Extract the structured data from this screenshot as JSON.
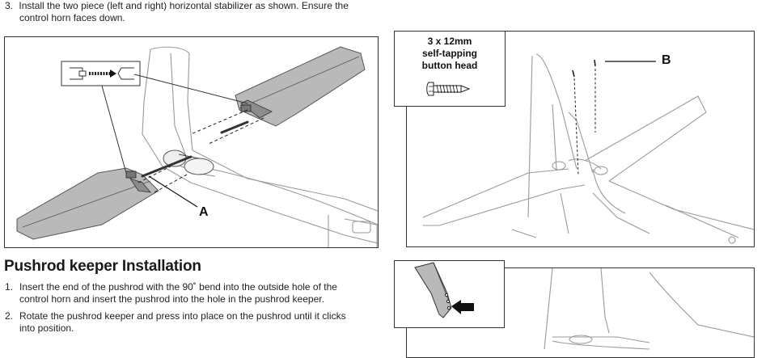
{
  "intro_step": {
    "number": "3.",
    "line1": "Install the two piece (left and right) horizontal stabilizer as shown. Ensure the",
    "line2": "control horn faces down."
  },
  "figure_left": {
    "label_a": "A"
  },
  "figure_right": {
    "callout_line1": "3 x 12mm",
    "callout_line2": "self-tapping",
    "callout_line3": "button head",
    "label_b": "B"
  },
  "section": {
    "title": "Pushrod keeper Installation",
    "steps": [
      {
        "number": "1.",
        "line1": "Insert the end of the pushrod with the 90˚ bend into the outside hole of the",
        "line2": "control horn and insert the pushrod into the hole in the pushrod keeper."
      },
      {
        "number": "2.",
        "line1": "Rotate the pushrod keeper and press into place on the pushrod until it clicks",
        "line2": "into position."
      }
    ]
  }
}
